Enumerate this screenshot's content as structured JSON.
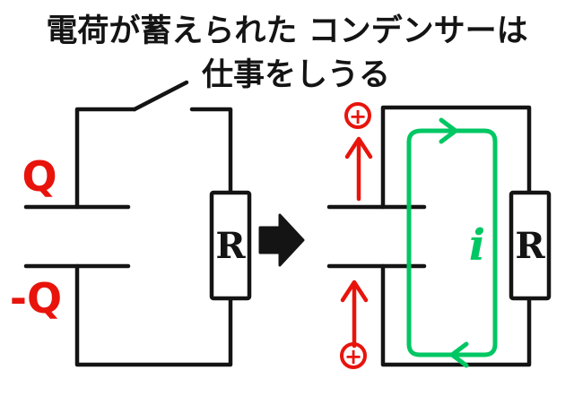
{
  "title": {
    "line1": "電荷が蓄えられた コンデンサーは",
    "line2": "仕事をしうる"
  },
  "colors": {
    "ink": "#141414",
    "red": "#e8140c",
    "green": "#00c763"
  },
  "left_circuit": {
    "top_charge": "Q",
    "bottom_charge": "-Q",
    "resistor": "R"
  },
  "right_circuit": {
    "resistor": "R",
    "current": "i",
    "top_plus": "+",
    "bottom_plus": "+"
  }
}
